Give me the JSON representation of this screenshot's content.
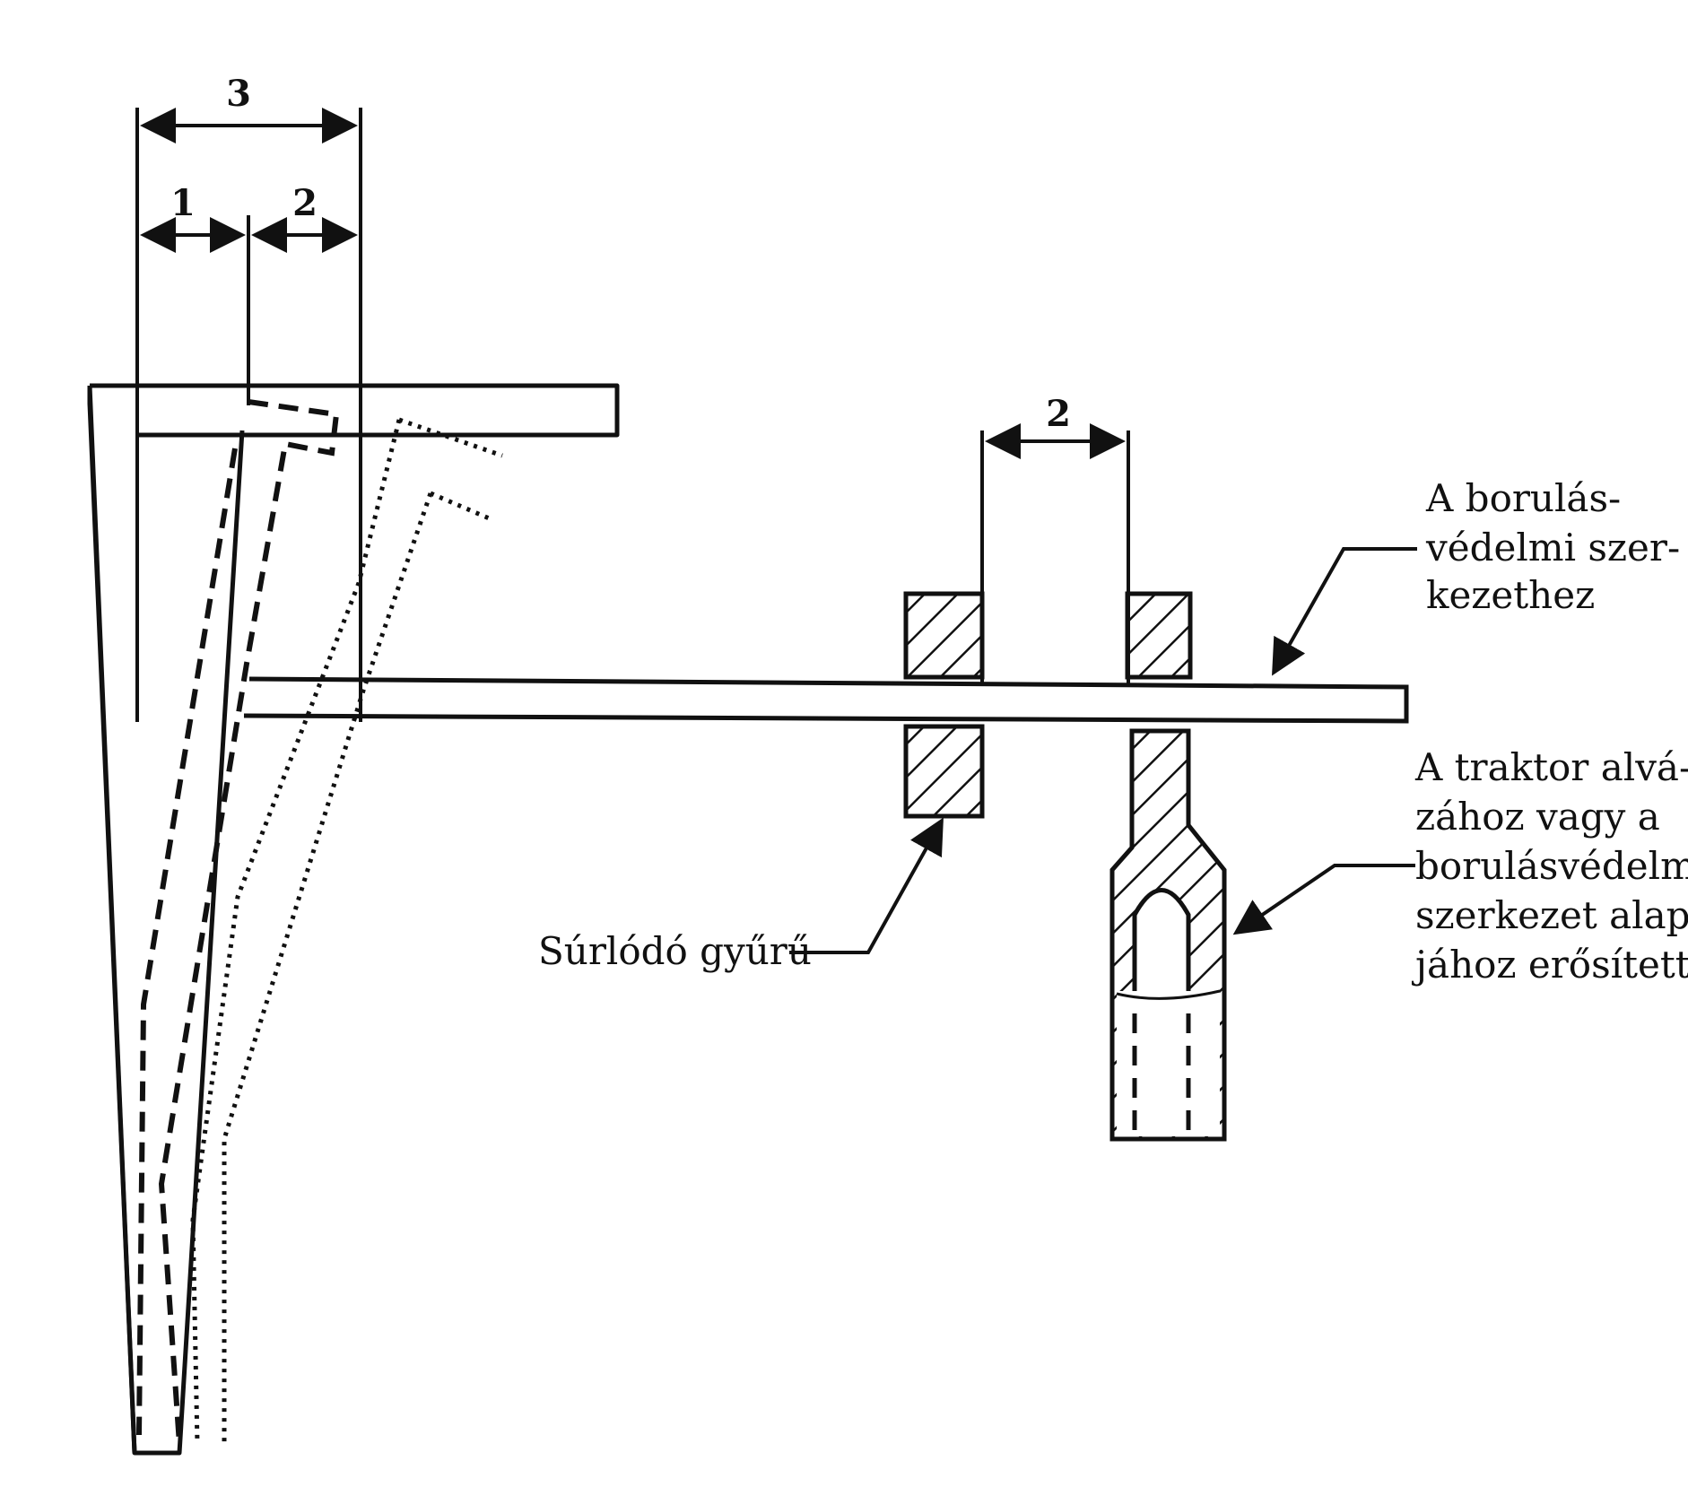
{
  "dimensions": {
    "total_width_label": "3",
    "part1_label": "1",
    "part2_label": "2",
    "right_gap_label": "2"
  },
  "labels": {
    "rops_connection": [
      "A borulás-",
      "védelmi szer-",
      "kezethez"
    ],
    "friction_ring": "Súrlódó gyűrű",
    "tractor_attachment": [
      "A traktor alvá-",
      "zához vagy a",
      "borulásvédelmi",
      "szerkezet alap-",
      "jához erősített"
    ]
  },
  "colors": {
    "ink": "#111111",
    "background": "#ffffff"
  }
}
